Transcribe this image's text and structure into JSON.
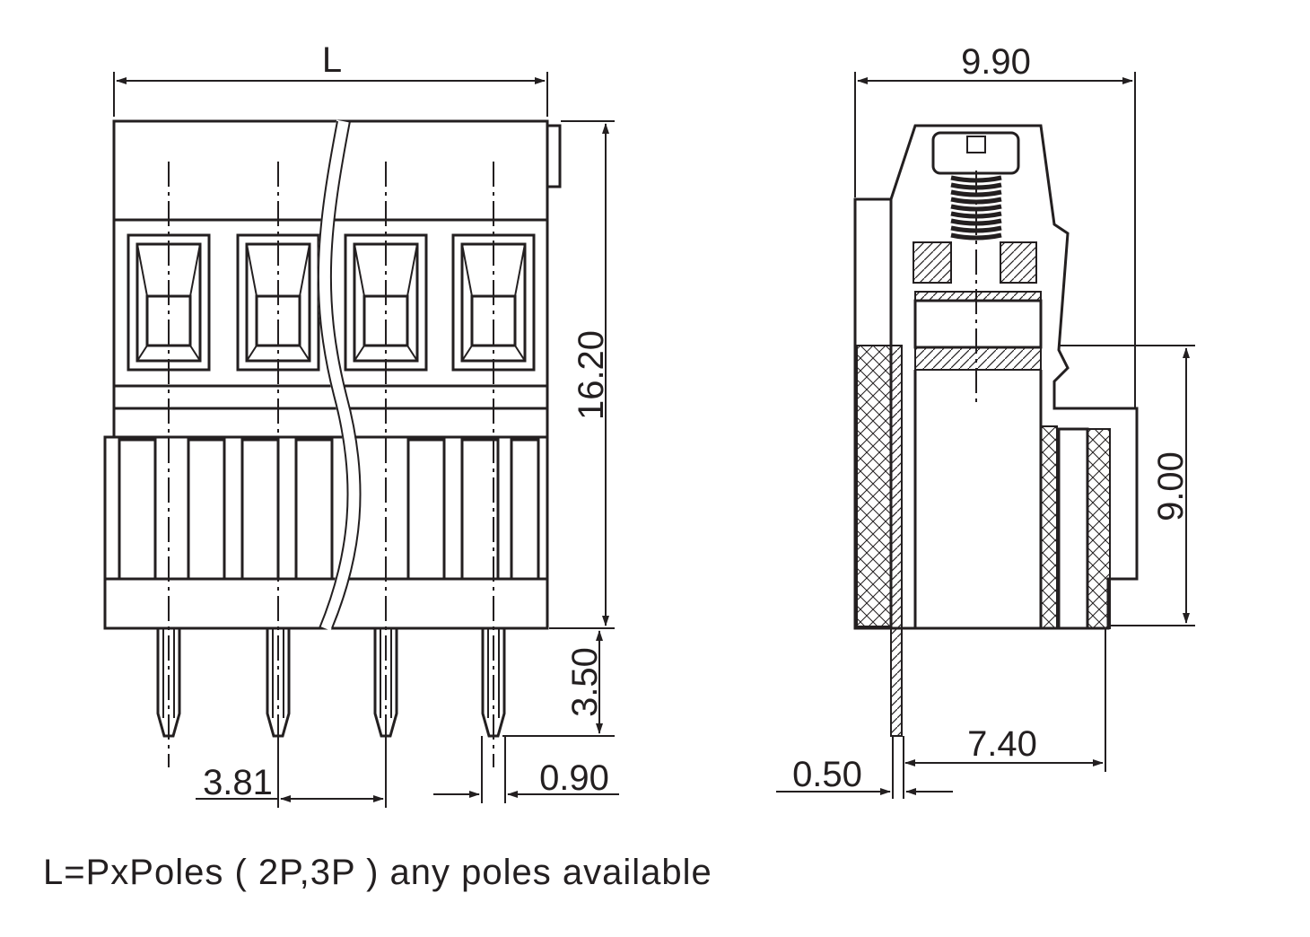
{
  "front_view": {
    "length_label": "L",
    "height_label": "16.20",
    "pin_length_label": "3.50",
    "pitch_label": "3.81",
    "pin_width_label": "0.90"
  },
  "side_view": {
    "depth_label": "9.90",
    "body_height_label": "9.00",
    "pin_offset_label": "7.40",
    "pin_thickness_label": "0.50"
  },
  "caption": "L=PxPoles ( 2P,3P ) any poles available"
}
